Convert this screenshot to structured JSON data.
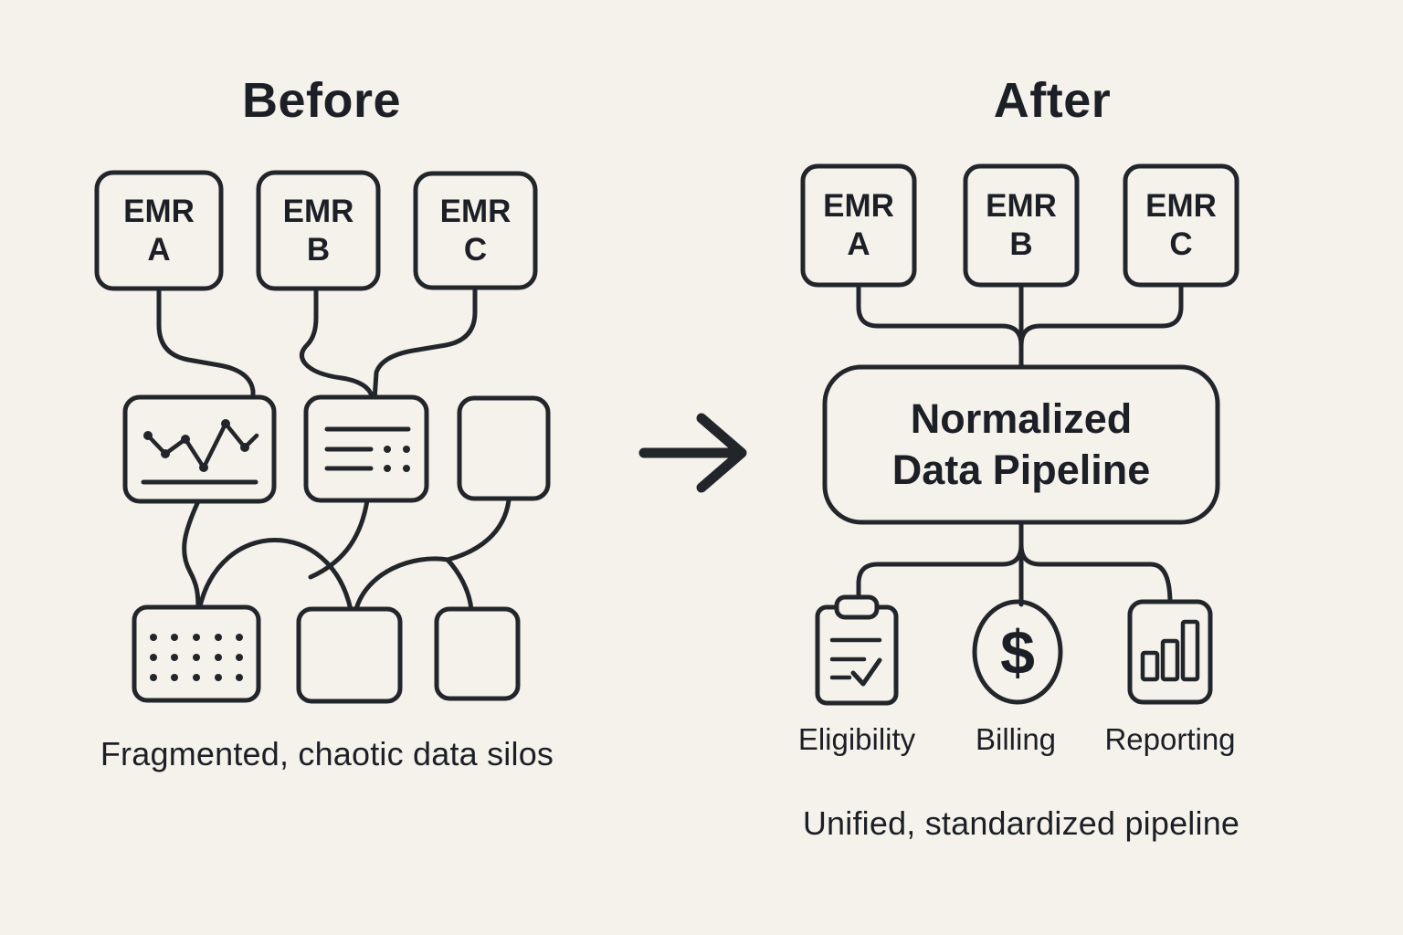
{
  "left": {
    "title": "Before",
    "caption": "Fragmented, chaotic data silos",
    "emr_boxes": [
      {
        "line1": "EMR",
        "line2": "A"
      },
      {
        "line1": "EMR",
        "line2": "B"
      },
      {
        "line1": "EMR",
        "line2": "C"
      }
    ],
    "silo_icons": [
      "line-chart",
      "list-lines",
      "blank",
      "dot-grid",
      "blank",
      "blank"
    ]
  },
  "arrow": {
    "icon": "right-arrow"
  },
  "right": {
    "title": "After",
    "caption": "Unified, standardized pipeline",
    "emr_boxes": [
      {
        "line1": "EMR",
        "line2": "A"
      },
      {
        "line1": "EMR",
        "line2": "B"
      },
      {
        "line1": "EMR",
        "line2": "C"
      }
    ],
    "pipeline": {
      "line1": "Normalized",
      "line2": "Data Pipeline"
    },
    "outputs": [
      {
        "label": "Eligibility",
        "icon": "clipboard-check"
      },
      {
        "label": "Billing",
        "icon": "dollar-circle",
        "symbol": "$"
      },
      {
        "label": "Reporting",
        "icon": "bar-chart"
      }
    ]
  },
  "colors": {
    "background": "#f5f2ec",
    "stroke": "#22262b",
    "text": "#1c2026"
  }
}
